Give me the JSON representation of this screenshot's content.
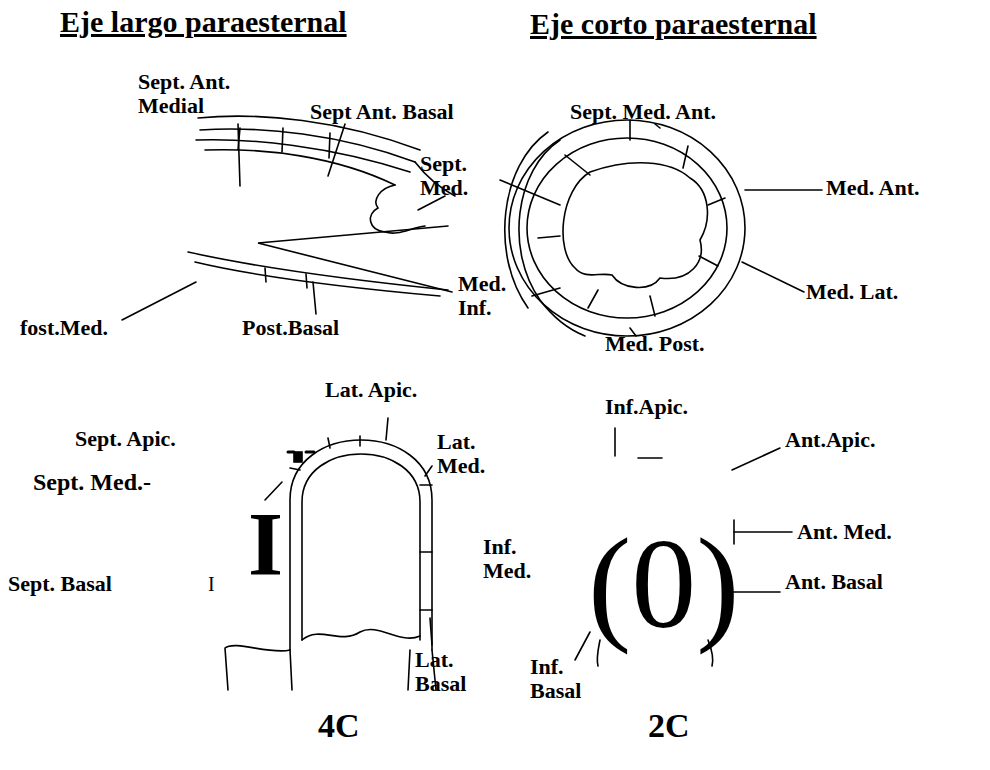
{
  "diagram": {
    "labels": [
      "Eje largo paraesternal",
      "Eje corto paraesternal",
      "Sept. Ant. Medial",
      "Sept Ant. Basal",
      "Sept. Med. Ant.",
      "Sept. Med.",
      "Med. Ant.",
      "Med. Inf.",
      "Med. Lat.",
      "fost.Med.",
      "Post.Basal",
      "Med. Post.",
      "Lat. Apic.",
      "Inf.Apic.",
      "Ant.Apic.",
      "Sept. Apic.",
      "Lat. Med.",
      "Sept. Med.-",
      "I",
      "Ant. Med.",
      "Inf. Med.",
      "(0)",
      "Sept. Basal",
      "I",
      "Ant. Basal",
      "Lat. Basal",
      "Inf. Basal",
      "4C",
      "2C"
    ]
  }
}
